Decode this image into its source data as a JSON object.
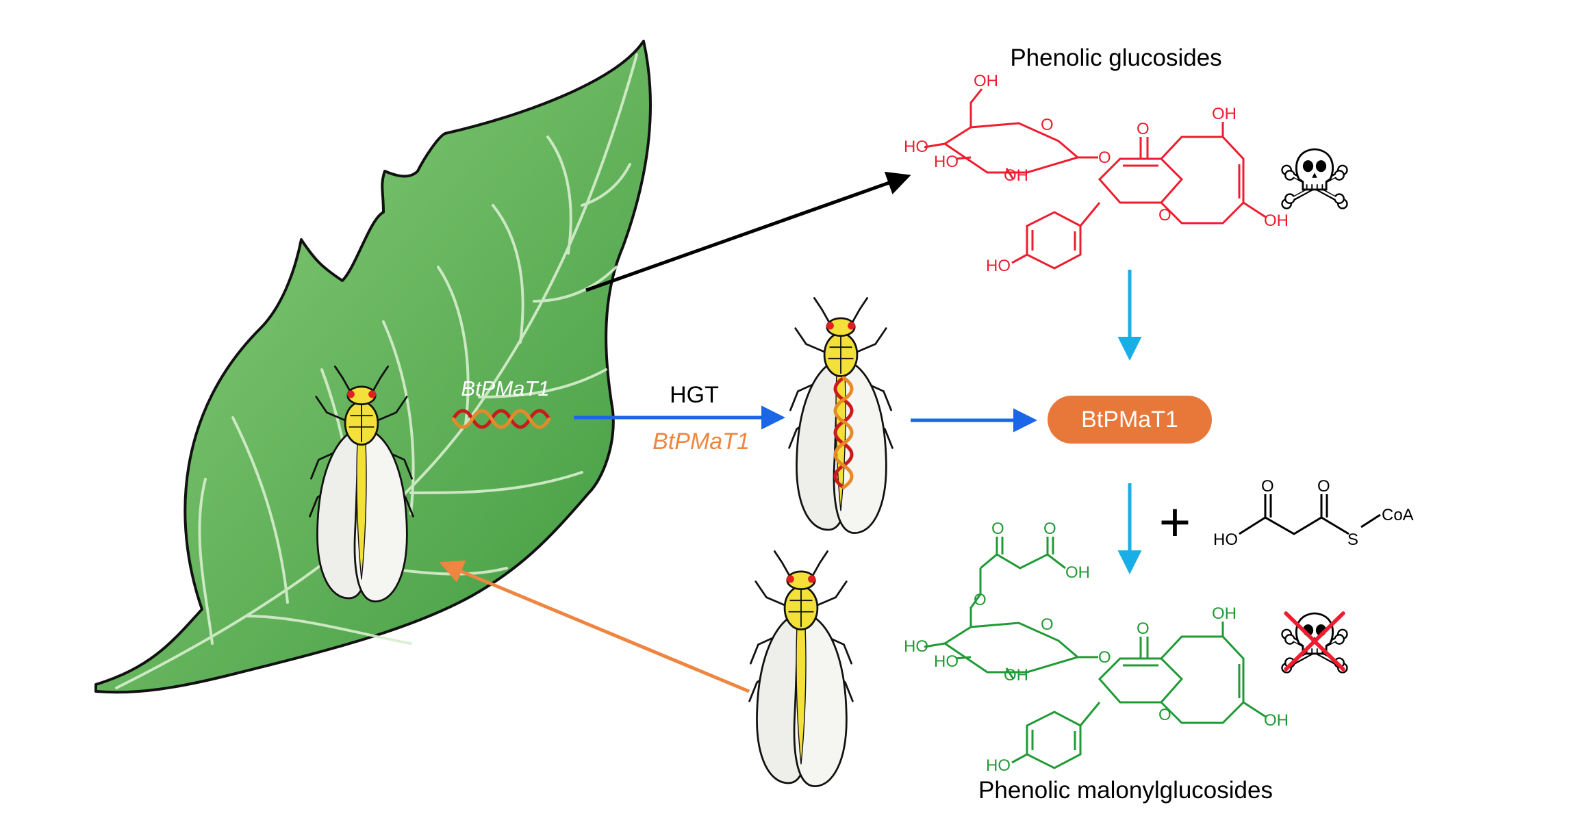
{
  "colors": {
    "toxic": "#ee1c2e",
    "detoxified": "#1f9a34",
    "hgt_arrow": "#1a66e6",
    "pathway_arrow": "#1aaee6",
    "return_arrow": "#ee8540",
    "enzyme_fill": "#e8783a",
    "leaf_fill": "#5fb55a",
    "italic_gene_white": "#ffffff",
    "italic_gene_orange": "#ee8540"
  },
  "labels": {
    "phenolic_glucosides": "Phenolic glucosides",
    "phenolic_malonylglucosides": "Phenolic malonylglucosides",
    "hgt": "HGT",
    "gene_on_leaf": "BtPMaT1",
    "gene_on_arrow": "BtPMaT1",
    "enzyme": "BtPMaT1",
    "plus": "+"
  },
  "atoms": {
    "oh": "OH",
    "ho": "HO",
    "o": "O",
    "s": "S",
    "coa": "CoA"
  },
  "icons": {
    "toxic": "skull-crossbones-icon",
    "detoxified": "crossed-out-skull-icon"
  }
}
